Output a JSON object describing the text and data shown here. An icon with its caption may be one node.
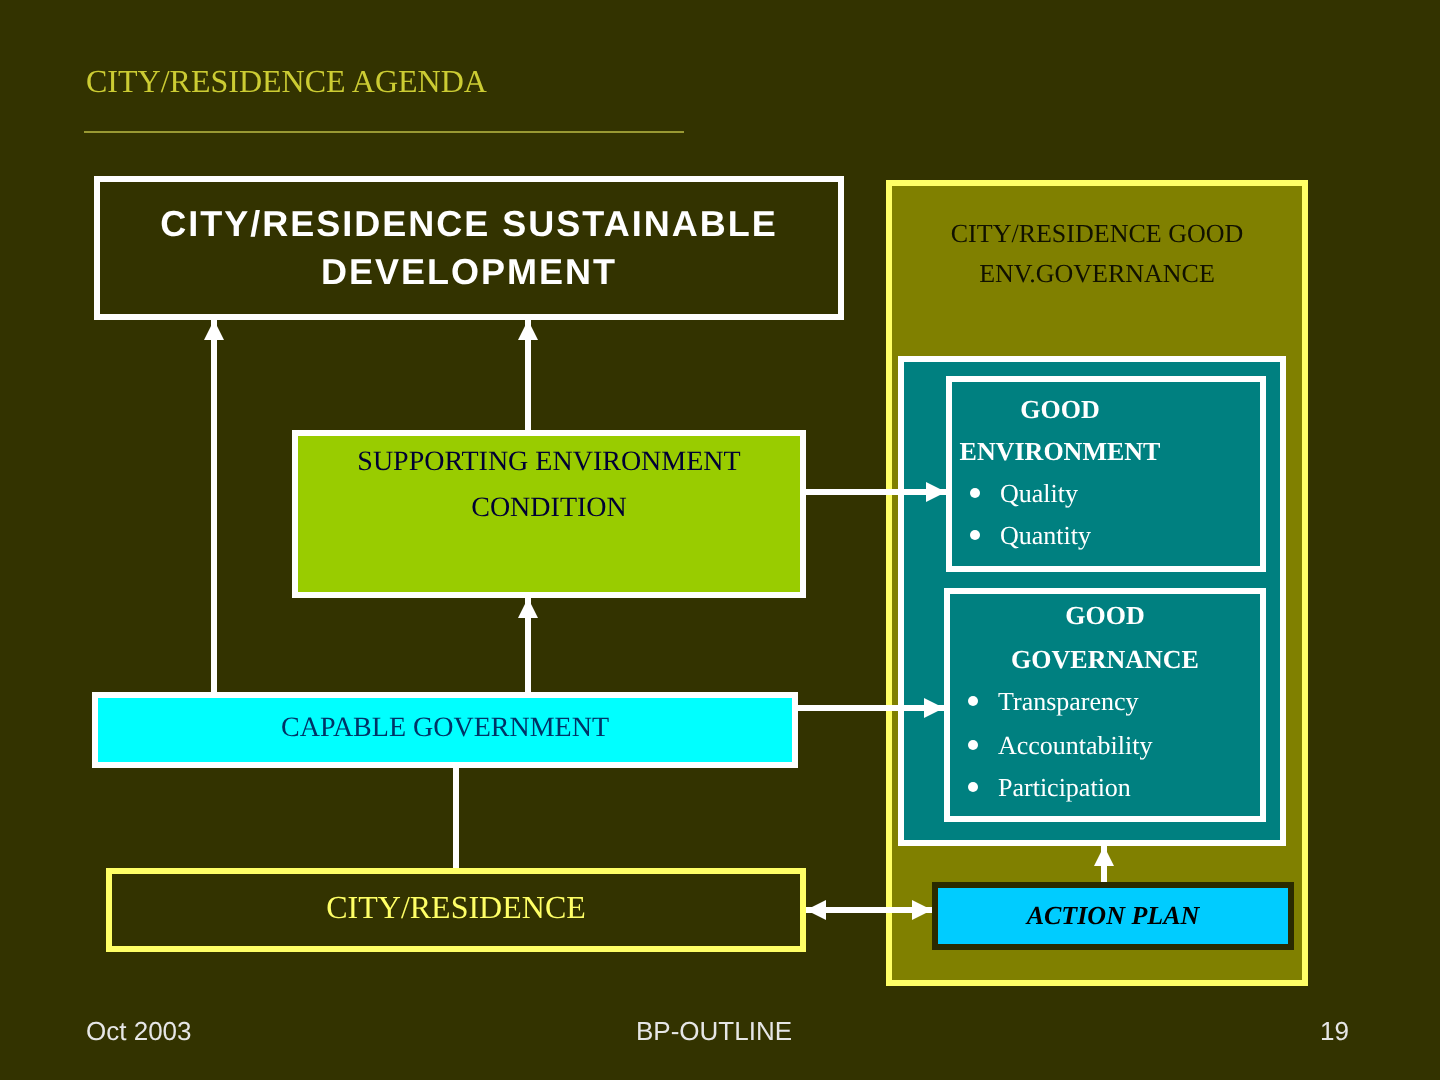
{
  "diagram": {
    "title": "CITY/RESIDENCE AGENDA",
    "nodes": [
      {
        "text": [
          "CITY/RESIDENCE SUSTAINABLE DEVELOPMENT"
        ]
      },
      {
        "text": [
          "SUPPORTING ENVIRONMENT CONDITION"
        ]
      },
      {
        "text": [
          "CAPABLE GOVERNMENT"
        ]
      },
      {
        "text": [
          "CITY/RESIDENCE"
        ]
      },
      {
        "text": [
          "CITY/RESIDENCE GOOD ENV.GOVERNANCE"
        ]
      },
      {
        "text": [],
        "shape": "box",
        "in": 4
      },
      {
        "text": [
          "GOOD ENVIRONMENT",
          "Quality",
          "Quantity"
        ],
        "in": 5
      },
      {
        "text": [
          "GOOD GOVERNANCE",
          "Transparency",
          "Accountability",
          "Participation"
        ],
        "in": 5
      },
      {
        "text": [
          "ACTION PLAN"
        ],
        "in": 4
      }
    ],
    "edges": [
      {
        "from": 2,
        "to": 0,
        "arrow": "to"
      },
      {
        "from": 1,
        "to": 0,
        "arrow": "to"
      },
      {
        "from": 2,
        "to": 1,
        "arrow": "to"
      },
      {
        "from": 3,
        "to": 2,
        "arrow": "none"
      },
      {
        "from": 1,
        "to": 6,
        "arrow": "to"
      },
      {
        "from": 2,
        "to": 7,
        "arrow": "to"
      },
      {
        "from": 3,
        "to": 8,
        "arrow": "both"
      },
      {
        "from": 8,
        "to": 5,
        "arrow": "to"
      }
    ],
    "labels": [
      "Oct 2003",
      "BP-OUTLINE",
      "19"
    ]
  }
}
